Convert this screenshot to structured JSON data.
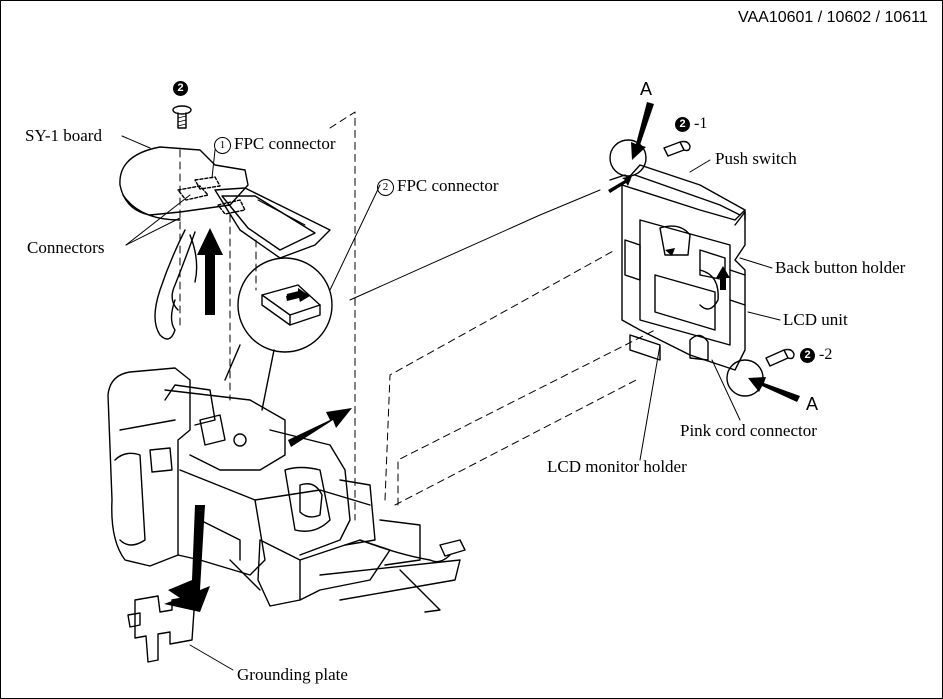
{
  "doc_code": "VAA10601 / 10602 / 10611",
  "labels": {
    "sy1_board": "SY-1 board",
    "fpc1": "FPC connector",
    "fpc1_num": "1",
    "fpc2": "FPC connector",
    "fpc2_num": "2",
    "connectors": "Connectors",
    "push_switch": "Push switch",
    "back_button_holder": "Back button holder",
    "lcd_unit": "LCD unit",
    "pink_cord_connector": "Pink cord connector",
    "lcd_monitor_holder": "LCD monitor holder",
    "grounding_plate": "Grounding plate",
    "detail_a_top": "A",
    "detail_a_bottom": "A"
  },
  "screws": {
    "top_left": {
      "num": "2",
      "suffix": ""
    },
    "right_1": {
      "num": "2",
      "suffix": "-1"
    },
    "right_2": {
      "num": "2",
      "suffix": "-2"
    }
  },
  "colors": {
    "ink": "#000000",
    "paper": "#ffffff"
  }
}
